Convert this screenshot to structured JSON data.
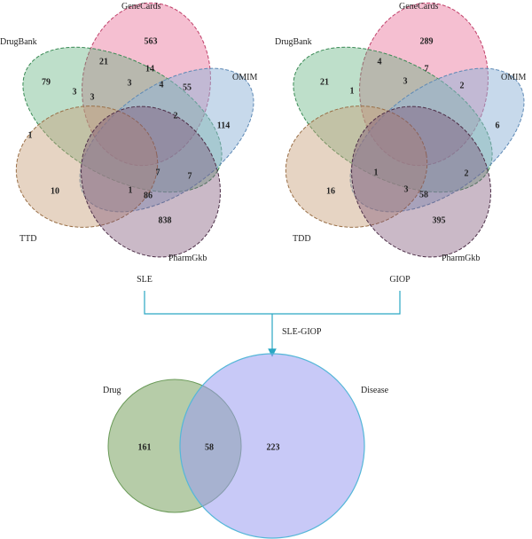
{
  "venn_left": {
    "sets": [
      "GeneCards",
      "DrugBank",
      "OMIM",
      "TTD",
      "PharmGkb"
    ],
    "counts": {
      "genecards_only": "563",
      "drugbank_only": "79",
      "omim_only": "114",
      "ttd_only": "10",
      "pharmgkb_only": "838",
      "r1": "21",
      "r2": "14",
      "r3": "3",
      "r4": "55",
      "r5": "3",
      "r6": "3",
      "r7": "4",
      "r8": "2",
      "r9": "1",
      "r10": "7",
      "r11": "7",
      "r12": "1",
      "r13": "86"
    }
  },
  "venn_right": {
    "sets": [
      "GeneCards",
      "DrugBank",
      "OMIM",
      "TDD",
      "PharmGkb"
    ],
    "counts": {
      "genecards_only": "289",
      "drugbank_only": "21",
      "omim_only": "6",
      "tdd_only": "16",
      "pharmgkb_only": "395",
      "r1": "4",
      "r2": "7",
      "r3": "3",
      "r4": "2",
      "r5": "1",
      "r6": "1",
      "r7": "2",
      "r8": "3",
      "r9": "58"
    }
  },
  "flow": {
    "left_label": "SLE",
    "right_label": "GIOP",
    "merge_label": "SLE-GIOP"
  },
  "venn_bottom": {
    "drug_label": "Drug",
    "disease_label": "Disease",
    "drug_only": "161",
    "overlap": "58",
    "disease_only": "223"
  },
  "colors": {
    "genecards": "#e8719a",
    "drugbank": "#5cb07a",
    "omim": "#8fb4d8",
    "ttd": "#c8a07a",
    "pharmgkb": "#7a4f72",
    "drug_circle": "#8fb07a",
    "disease_circle": "#9a9cf0",
    "arrow": "#2aa7c3"
  }
}
